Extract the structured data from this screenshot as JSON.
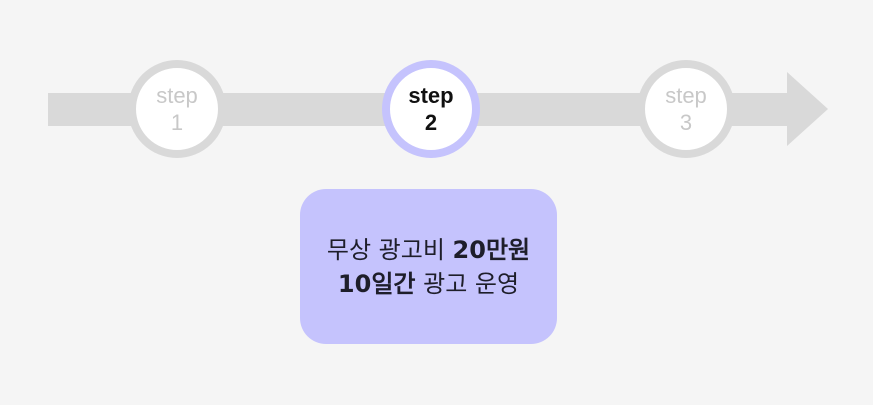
{
  "colors": {
    "background": "#f5f5f5",
    "track": "#d9d9d9",
    "accent": "#c5c3fd",
    "inactive_text": "#c8c8c8",
    "active_text": "#111111"
  },
  "steps": [
    {
      "word": "step",
      "number": "1",
      "active": false
    },
    {
      "word": "step",
      "number": "2",
      "active": true
    },
    {
      "word": "step",
      "number": "3",
      "active": false
    }
  ],
  "card": {
    "line1_normal": "무상 광고비 ",
    "line1_bold": "20만원",
    "line2_bold": "10일간",
    "line2_normal": " 광고 운영"
  }
}
